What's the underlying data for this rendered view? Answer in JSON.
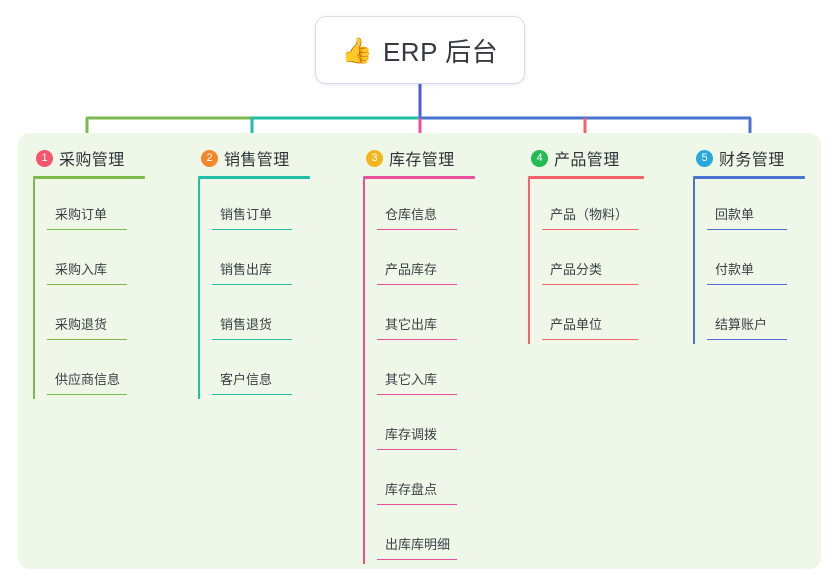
{
  "diagram": {
    "title": "ERP 后台",
    "emoji": "👍",
    "emoji_name": "thumbs-up-icon",
    "panel_color": "#eef7e8",
    "trunk_color": "#4f5bd5",
    "columns": [
      {
        "index": "1",
        "title": "采购管理",
        "badge_color": "#f5566e",
        "line_color": "#7cba4c",
        "items": [
          "采购订单",
          "采购入库",
          "采购退货",
          "供应商信息"
        ]
      },
      {
        "index": "2",
        "title": "销售管理",
        "badge_color": "#f2872e",
        "line_color": "#22bfa8",
        "items": [
          "销售订单",
          "销售出库",
          "销售退货",
          "客户信息"
        ]
      },
      {
        "index": "3",
        "title": "库存管理",
        "badge_color": "#f5b51e",
        "line_color": "#e8509b",
        "items": [
          "仓库信息",
          "产品库存",
          "其它出库",
          "其它入库",
          "库存调拨",
          "库存盘点",
          "出库库明细"
        ]
      },
      {
        "index": "4",
        "title": "产品管理",
        "badge_color": "#22bb55",
        "line_color": "#f4636c",
        "items": [
          "产品（物料）",
          "产品分类",
          "产品单位"
        ]
      },
      {
        "index": "5",
        "title": "财务管理",
        "badge_color": "#29a8e0",
        "line_color": "#4a72d0",
        "items": [
          "回款单",
          "付款单",
          "结算账户"
        ]
      }
    ]
  }
}
